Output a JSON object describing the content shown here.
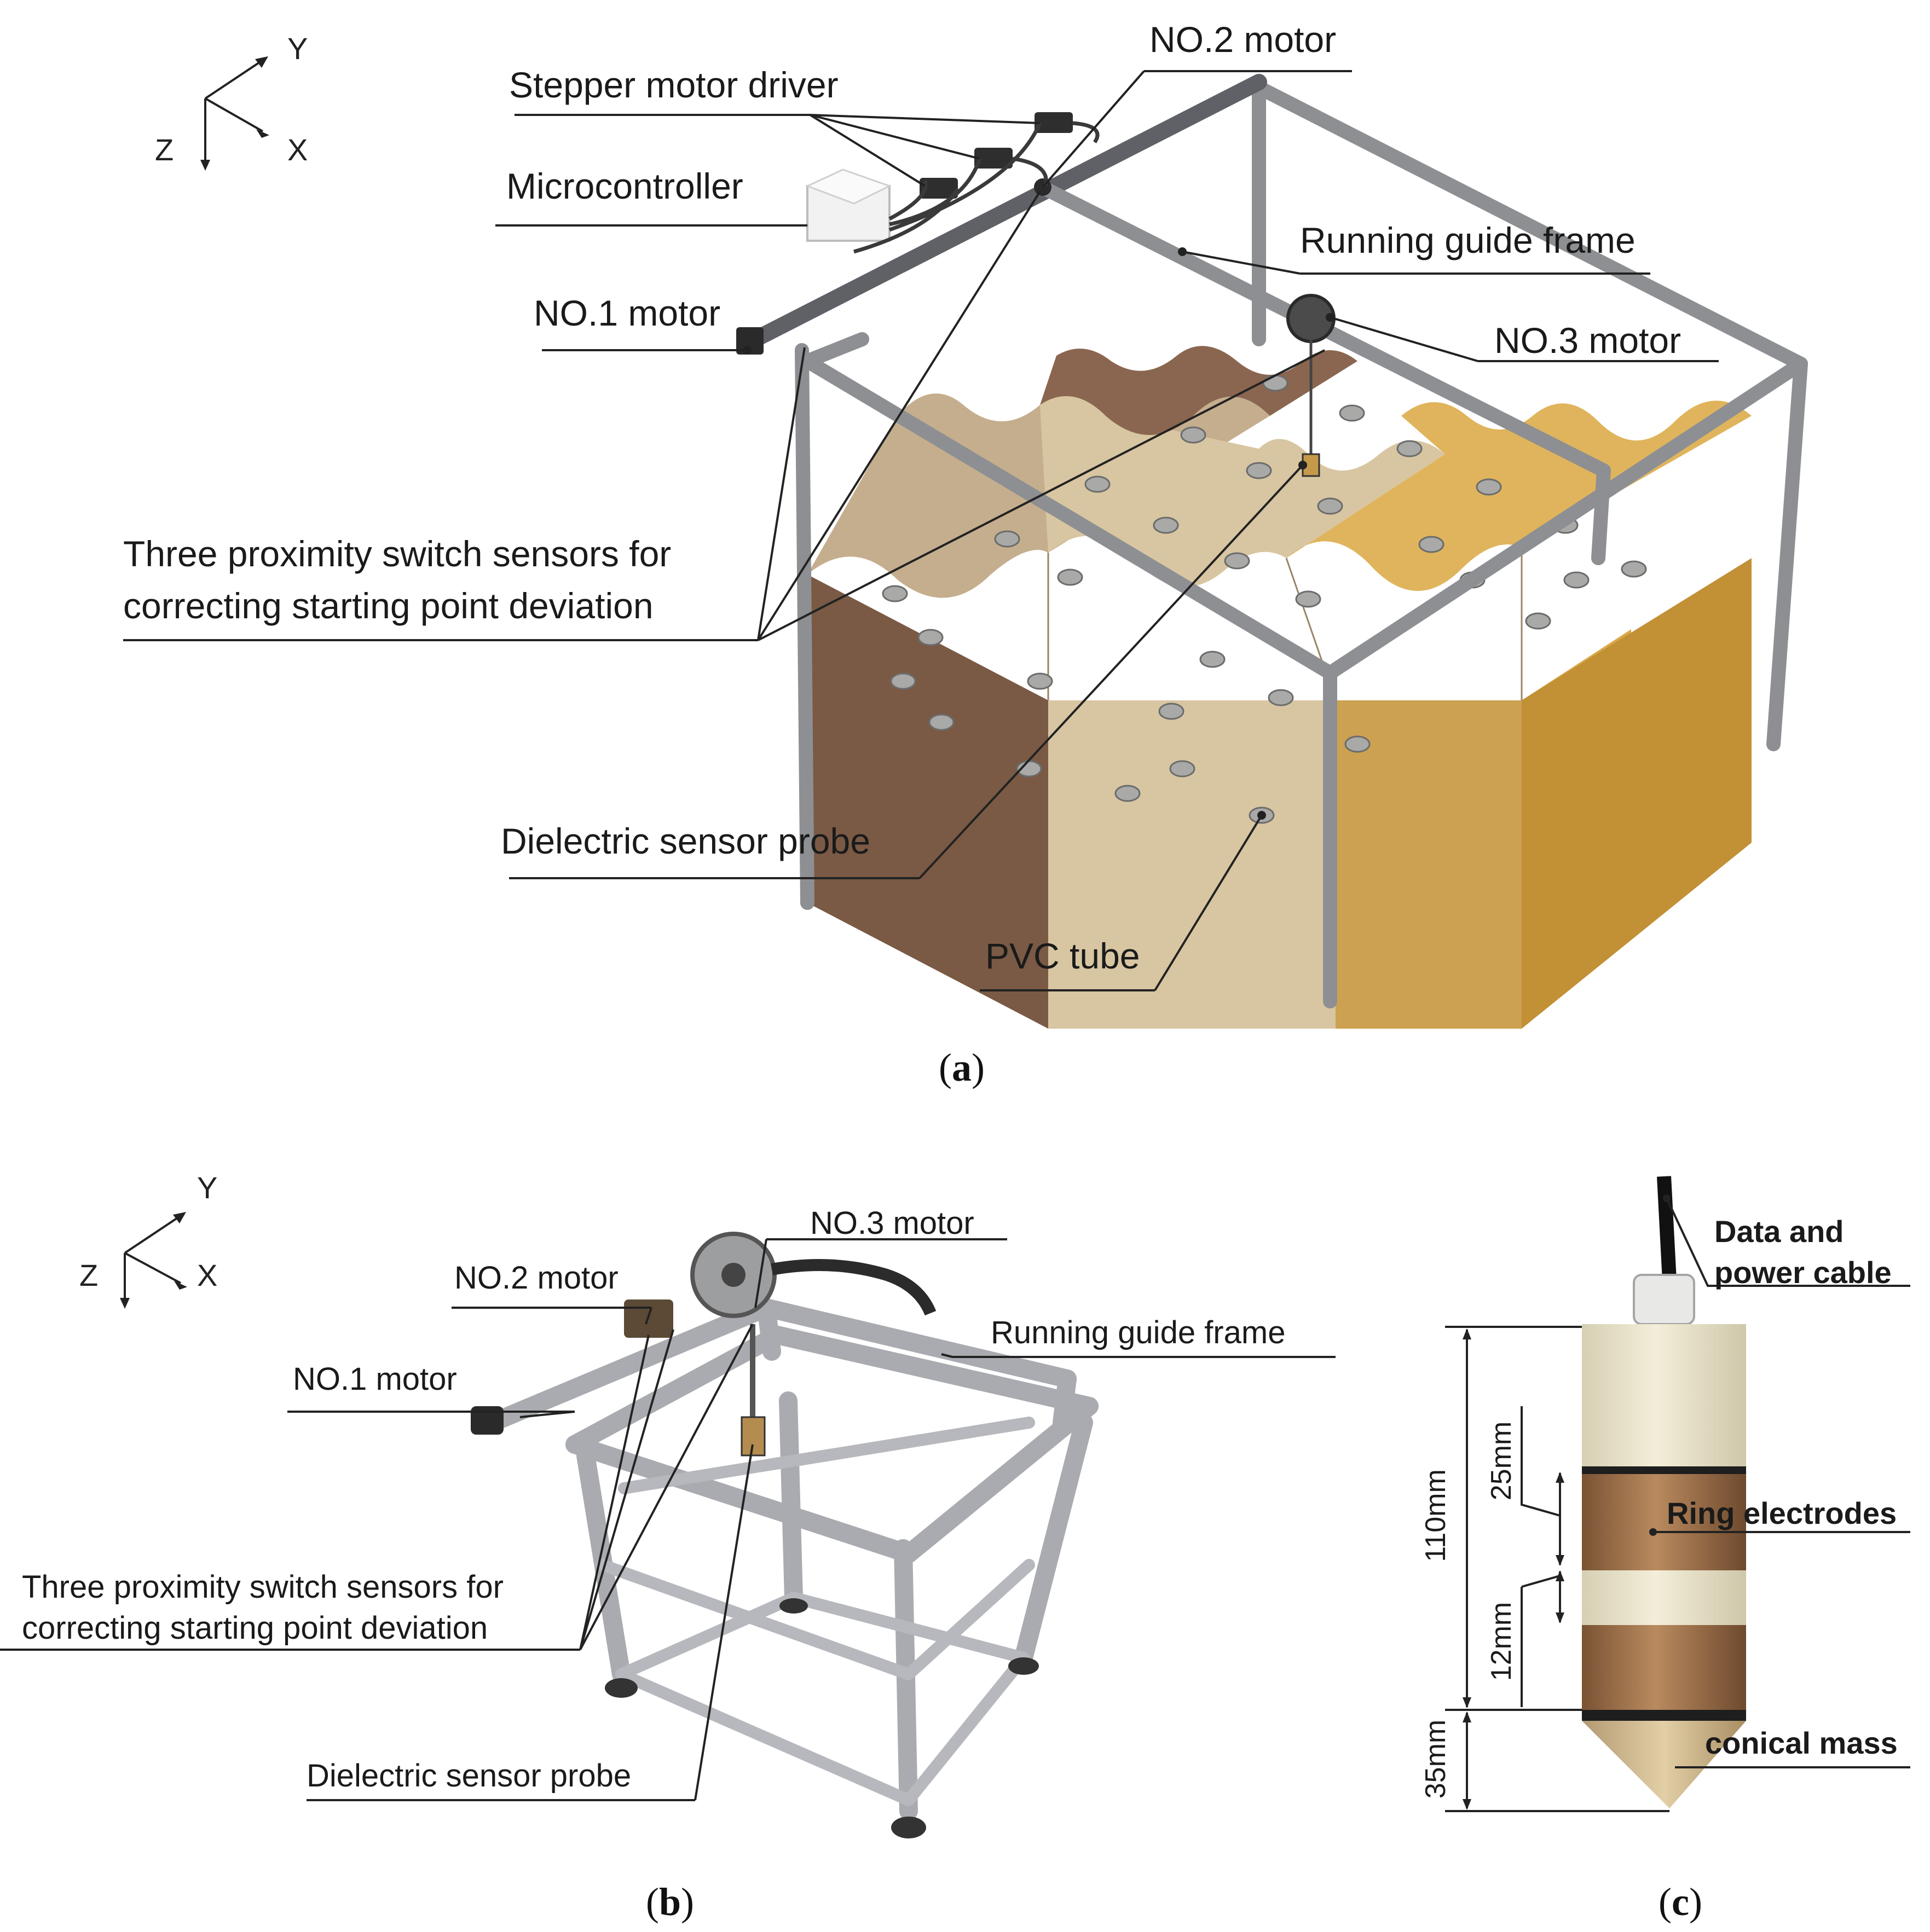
{
  "panel_a": {
    "caption_letter": "a",
    "axes": {
      "y": "Y",
      "z": "Z",
      "x": "X"
    },
    "labels": {
      "no2_motor": "NO.2 motor",
      "stepper_driver": "Stepper motor driver",
      "microcontroller": "Microcontroller",
      "running_guide_frame": "Running guide frame",
      "no1_motor": "NO.1 motor",
      "no3_motor": "NO.3 motor",
      "proximity_line1": "Three proximity switch sensors for",
      "proximity_line2": "correcting starting point deviation",
      "dielectric_probe": "Dielectric sensor probe",
      "pvc_tube": "PVC tube"
    }
  },
  "panel_b": {
    "caption_letter": "b",
    "axes": {
      "y": "Y",
      "z": "Z",
      "x": "X"
    },
    "labels": {
      "no3_motor": "NO.3 motor",
      "no2_motor": "NO.2 motor",
      "running_guide_frame": "Running guide frame",
      "no1_motor": "NO.1 motor",
      "proximity_line1": "Three proximity switch sensors for",
      "proximity_line2": "correcting starting point deviation",
      "dielectric_probe": "Dielectric sensor probe"
    }
  },
  "panel_c": {
    "caption_letter": "c",
    "labels": {
      "cable_line1": "Data and",
      "cable_line2": "power cable",
      "ring_electrodes": "Ring electrodes",
      "conical_mass": "conical mass"
    },
    "dimensions": {
      "total": "110mm",
      "electrode": "25mm",
      "gap": "12mm",
      "cone": "35mm"
    }
  },
  "colors": {
    "soil_dark": "#7a5a45",
    "soil_mid": "#b39a7c",
    "soil_light": "#d8c6a2",
    "sponge": "#d9a84a",
    "frame_grey": "#8d8f93",
    "copper": "#a8774e",
    "probe_white": "#ece6cf"
  }
}
